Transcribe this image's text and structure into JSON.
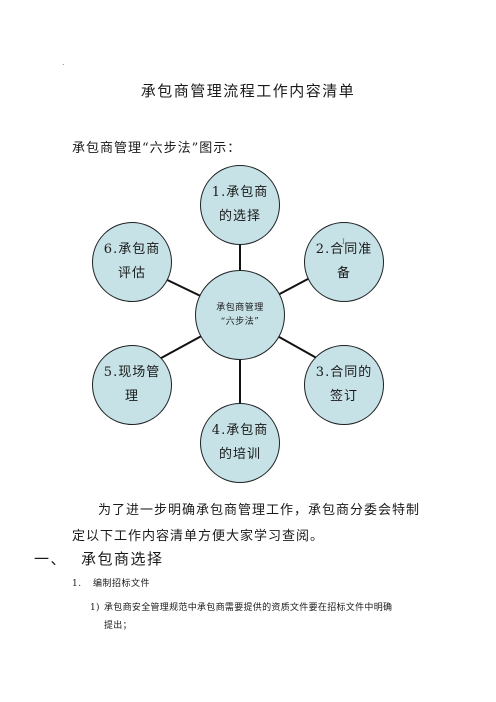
{
  "document": {
    "corner_mark": ".",
    "title": "承包商管理流程工作内容清单",
    "diagram_caption": "承包商管理“六步法”图示：",
    "diagram": {
      "center_line1": "承包商管理",
      "center_line2": "“六步法”",
      "steps": [
        {
          "line1": "1.承包商",
          "line2": "的选择"
        },
        {
          "line1": "2.合同准",
          "line2": "备"
        },
        {
          "line1": "3.合同的",
          "line2": "签订"
        },
        {
          "line1": "4.承包商",
          "line2": "的培训"
        },
        {
          "line1": "5.现场管",
          "line2": "理"
        },
        {
          "line1": "6.承包商",
          "line2": "评估"
        }
      ],
      "marker": "I"
    },
    "intro_paragraph": "为了进一步明确承包商管理工作，承包商分委会特制定以下工作内容清单方便大家学习查阅。",
    "section_heading": {
      "number": "一、",
      "text": "承包商选择"
    },
    "item1": {
      "number": "1.",
      "text": "编制招标文件"
    },
    "item1_1": {
      "number": "1)",
      "line1": "承包商安全管理规范中承包商需要提供的资质文件要在招标文件中明确",
      "line2": "提出；"
    }
  }
}
